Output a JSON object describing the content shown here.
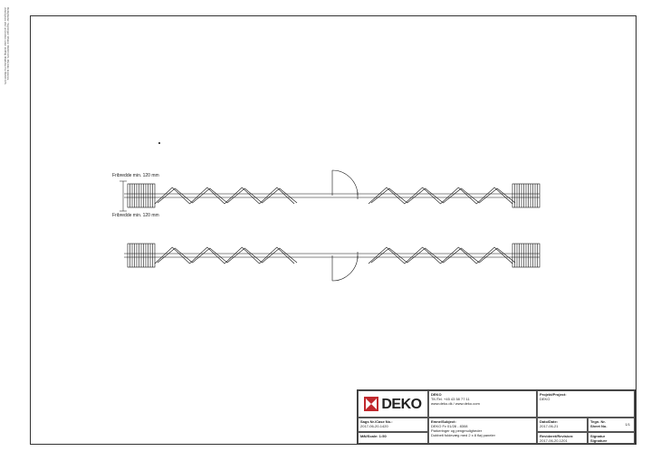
{
  "side_note": {
    "lines": [
      "Rettigheder: Tegningen tilhører DEKO A/S. Må ikke kopieres,",
      "videregives eller anvendes uden skriftlig tilladelse fra DEKO A/S."
    ]
  },
  "drawing": {
    "clearance_label_top": "Fribredde min. 120 mm",
    "clearance_label_bottom": "Fribredde min. 120 mm"
  },
  "title_block": {
    "logo_text": "DEKO",
    "logo_color": "#c0282d",
    "company": {
      "name": "DEKO",
      "phone": "Tlf./Tel. +45 43 58 77 11",
      "web": "www.deko.dk / www.deko.com"
    },
    "project": {
      "label": "Projekt/Project:",
      "value": "DEKO"
    },
    "case": {
      "label": "Sags Nr./Case No.:",
      "value": "2017-06-20-1420"
    },
    "subject": {
      "label": "Emne/Subject:",
      "lines": [
        "DEKO Fv 01/28 - 8308",
        "Parkeringer og pengmuligheder",
        "Dobbelt foldevæg med 2 x 8 fløj paneler"
      ]
    },
    "date": {
      "label": "Dato/Date:",
      "value": "2017-06-21"
    },
    "sheet": {
      "label": "Tegn. Nr.",
      "label2": "Sheet No.",
      "value": "1/1"
    },
    "scale": {
      "label": "Mål/Scale: 1:50"
    },
    "revision": {
      "label": "Revideret/Revision:",
      "value": "2017-06-20-1201"
    },
    "signature": {
      "label1": "Signatur",
      "label2": "Signature"
    }
  }
}
